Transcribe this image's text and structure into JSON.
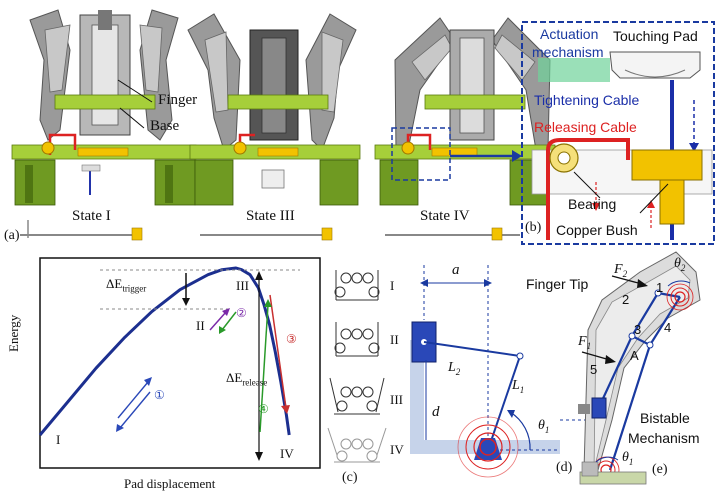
{
  "panel_a": {
    "finger_label": "Finger",
    "base_label": "Base",
    "state_labels": [
      "State I",
      "State III",
      "State IV"
    ],
    "tag": "(a)"
  },
  "panel_b": {
    "actuation_line1": "Actuation",
    "actuation_line2": "mechanism",
    "touching_pad": "Touching Pad",
    "tightening_cable": "Tightening Cable",
    "releasing_cable": "Releasing Cable",
    "bearing": "Bearing",
    "copper_bush": "Copper Bush",
    "tag": "(b)"
  },
  "chart": {
    "ylabel": "Energy",
    "xlabel": "Pad displacement",
    "delta_trigger_main": "ΔE",
    "delta_trigger_sub": "trigger",
    "delta_release_main": "ΔE",
    "delta_release_sub": "release",
    "state_I": "I",
    "state_II": "II",
    "state_III": "III",
    "state_IV": "IV",
    "step_labels": [
      "①",
      "②",
      "③",
      "④"
    ]
  },
  "chart_data": {
    "type": "line",
    "title": "",
    "xlabel": "Pad displacement",
    "ylabel": "Energy",
    "series": [
      {
        "x": [
          0.0,
          0.1,
          0.2,
          0.3,
          0.4,
          0.5,
          0.6,
          0.65,
          0.7,
          0.72,
          0.75,
          0.78,
          0.8,
          0.82,
          0.84,
          0.86,
          0.88,
          0.89
        ],
        "values": [
          0.0,
          0.2,
          0.4,
          0.58,
          0.74,
          0.87,
          0.96,
          0.99,
          1.0,
          0.99,
          0.96,
          0.88,
          0.78,
          0.66,
          0.5,
          0.32,
          0.12,
          0.0
        ]
      }
    ],
    "xlim": [
      0,
      1
    ],
    "ylim": [
      0,
      1
    ],
    "grid": false
  },
  "panel_c": {
    "rows": [
      "I",
      "II",
      "III",
      "IV"
    ],
    "tag": "(c)"
  },
  "panel_d": {
    "a_label": "a",
    "L2": "L",
    "L2_sub": "2",
    "L1": "L",
    "L1_sub": "1",
    "d_label": "d",
    "theta": "θ",
    "theta_sub": "1",
    "tag": "(d)"
  },
  "panel_e": {
    "finger_tip": "Finger Tip",
    "F2": "F",
    "F2_sub": "2",
    "F1": "F",
    "F1_sub": "1",
    "theta2": "θ",
    "theta2_sub": "2",
    "theta1": "θ",
    "theta1_sub": "1",
    "num1": "1",
    "num2": "2",
    "num3": "3",
    "num4": "4",
    "num5": "5",
    "A": "A",
    "bistable1": "Bistable",
    "bistable2": "Mechanism",
    "tag": "(e)"
  }
}
